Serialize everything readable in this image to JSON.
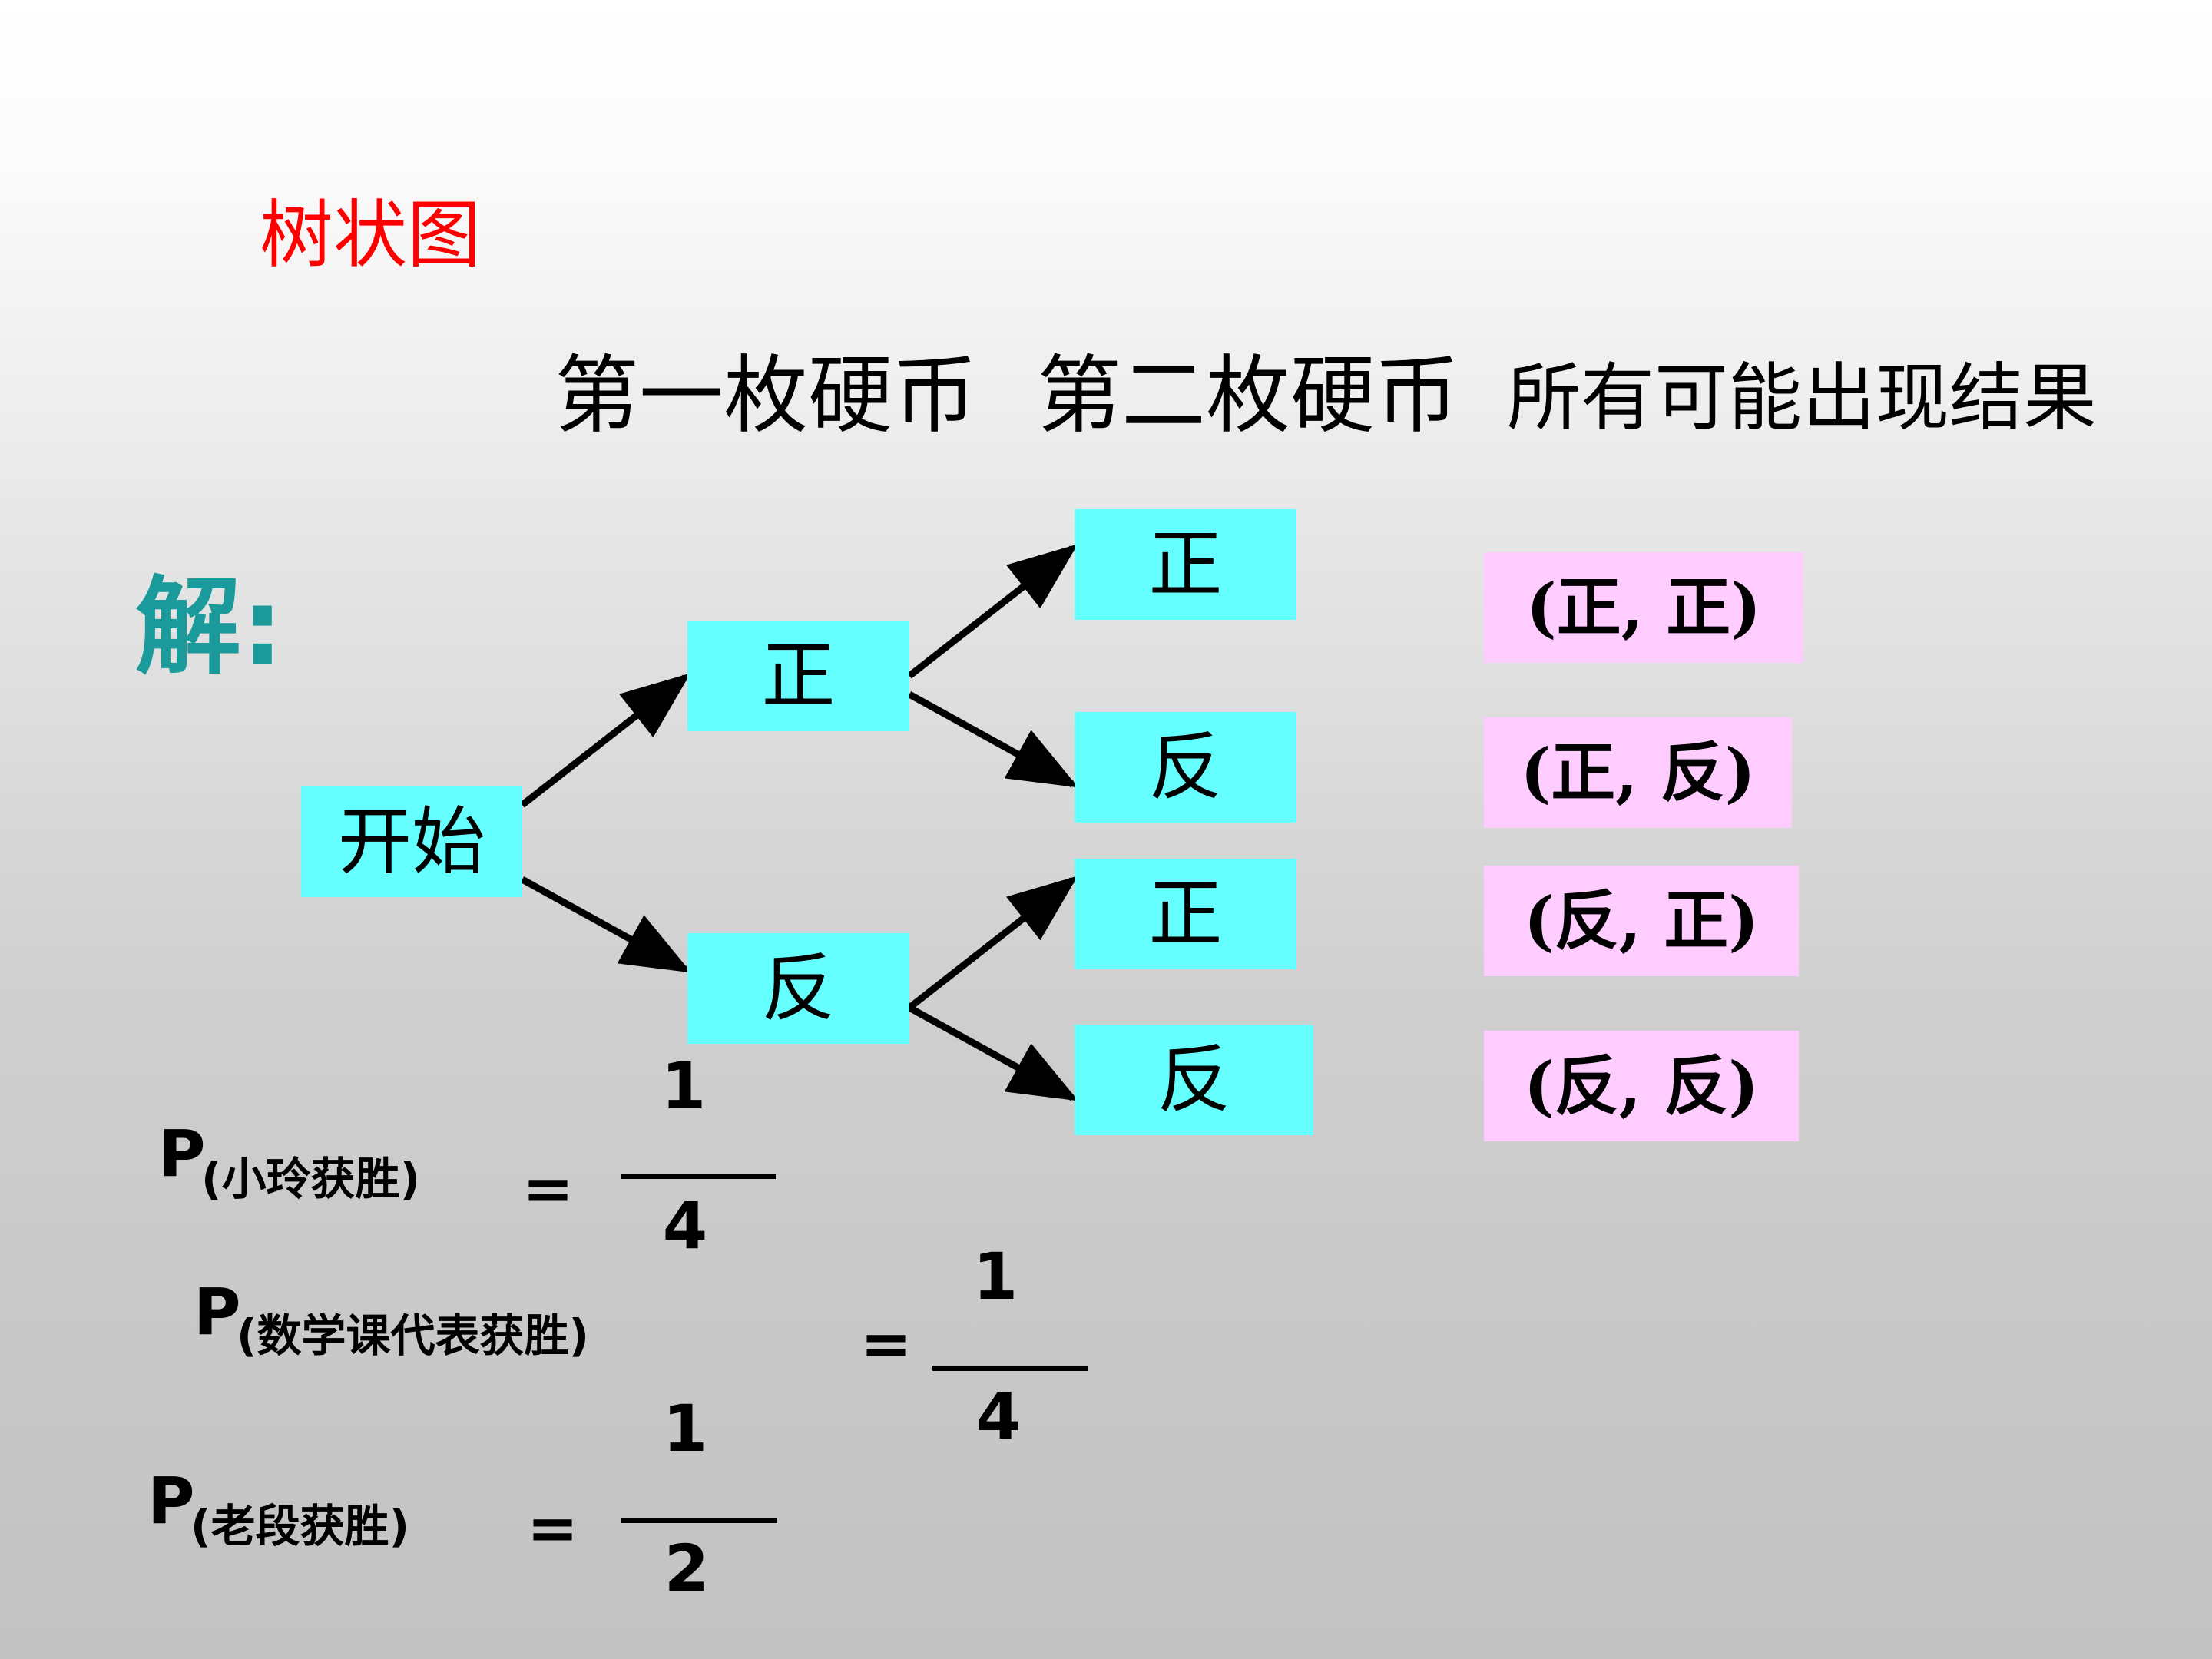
{
  "title": "树状图",
  "headers": {
    "first_coin": "第一枚硬币",
    "second_coin": "第二枚硬币",
    "outcomes": "所有可能出现结果"
  },
  "solution_label": "解:",
  "tree": {
    "root": "开始",
    "level1": [
      "正",
      "反"
    ],
    "level2": [
      "正",
      "反",
      "正",
      "反"
    ]
  },
  "outcomes": [
    "(正, 正)",
    "(正, 反)",
    "(反, 正)",
    "(反, 反)"
  ],
  "probabilities": [
    {
      "symbol": "P",
      "event": "(小玲获胜)",
      "eq": "=",
      "numerator": "1",
      "denominator": "4"
    },
    {
      "symbol": "P",
      "event": "(数学课代表获胜)",
      "eq": "=",
      "numerator": "1",
      "denominator": "4"
    },
    {
      "symbol": "P",
      "event": "(老段获胜)",
      "eq": "=",
      "numerator": "1",
      "denominator": "2"
    }
  ],
  "colors": {
    "title": "#ff0000",
    "solution": "#1a9a9a",
    "node_fill": "#66ffff",
    "outcome_fill": "#ffccff"
  }
}
